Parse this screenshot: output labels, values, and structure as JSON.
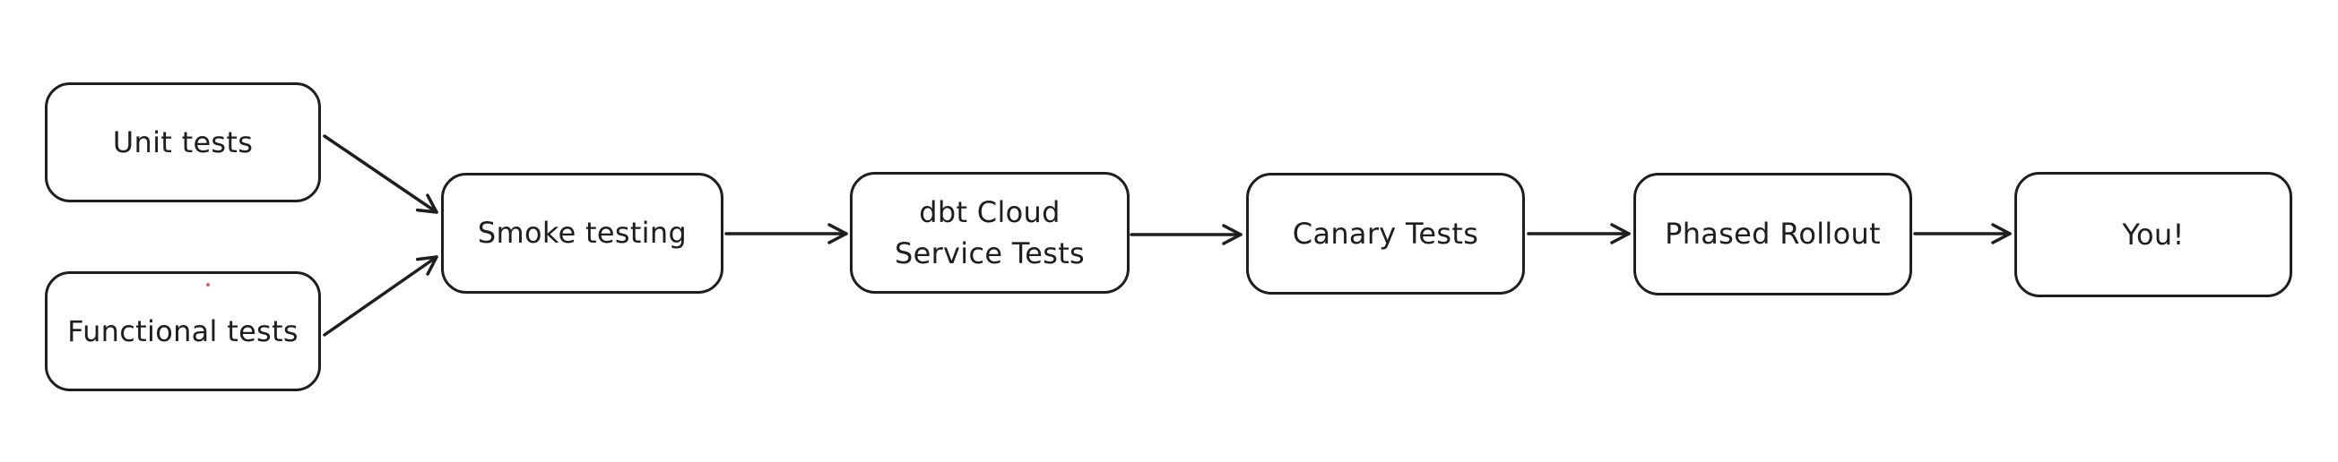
{
  "diagram": {
    "title": "Release testing pipeline flowchart",
    "background_color": "#ffffff",
    "stroke_color": "#1e1e1e",
    "artifact_dot_color": "#dd6666",
    "nodes": [
      {
        "id": "unit-tests",
        "label": "Unit tests"
      },
      {
        "id": "functional-tests",
        "label": "Functional tests"
      },
      {
        "id": "smoke-testing",
        "label": "Smoke testing"
      },
      {
        "id": "dbt-cloud-service-tests",
        "label": "dbt Cloud\nService Tests"
      },
      {
        "id": "canary-tests",
        "label": "Canary Tests"
      },
      {
        "id": "phased-rollout",
        "label": "Phased Rollout"
      },
      {
        "id": "you",
        "label": "You!"
      }
    ],
    "edges": [
      {
        "from": "unit-tests",
        "to": "smoke-testing"
      },
      {
        "from": "functional-tests",
        "to": "smoke-testing"
      },
      {
        "from": "smoke-testing",
        "to": "dbt-cloud-service-tests"
      },
      {
        "from": "dbt-cloud-service-tests",
        "to": "canary-tests"
      },
      {
        "from": "canary-tests",
        "to": "phased-rollout"
      },
      {
        "from": "phased-rollout",
        "to": "you"
      }
    ]
  }
}
